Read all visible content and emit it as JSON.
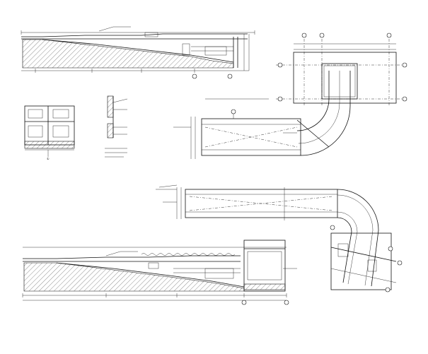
{
  "sheet": {
    "background": "#ffffff",
    "line_color": "#111111"
  },
  "views": [
    {
      "id": "section-1",
      "kind": "ramp-longitudinal-section"
    },
    {
      "id": "plan-top",
      "kind": "ramp-plan-curved"
    },
    {
      "id": "detail-wall",
      "kind": "wall-section-detail"
    },
    {
      "id": "detail-node",
      "kind": "construction-node-detail"
    },
    {
      "id": "plan-bottom",
      "kind": "ramp-plan-curved"
    },
    {
      "id": "section-2",
      "kind": "ramp-longitudinal-section"
    }
  ],
  "callouts": {
    "wall_detail": "①"
  }
}
